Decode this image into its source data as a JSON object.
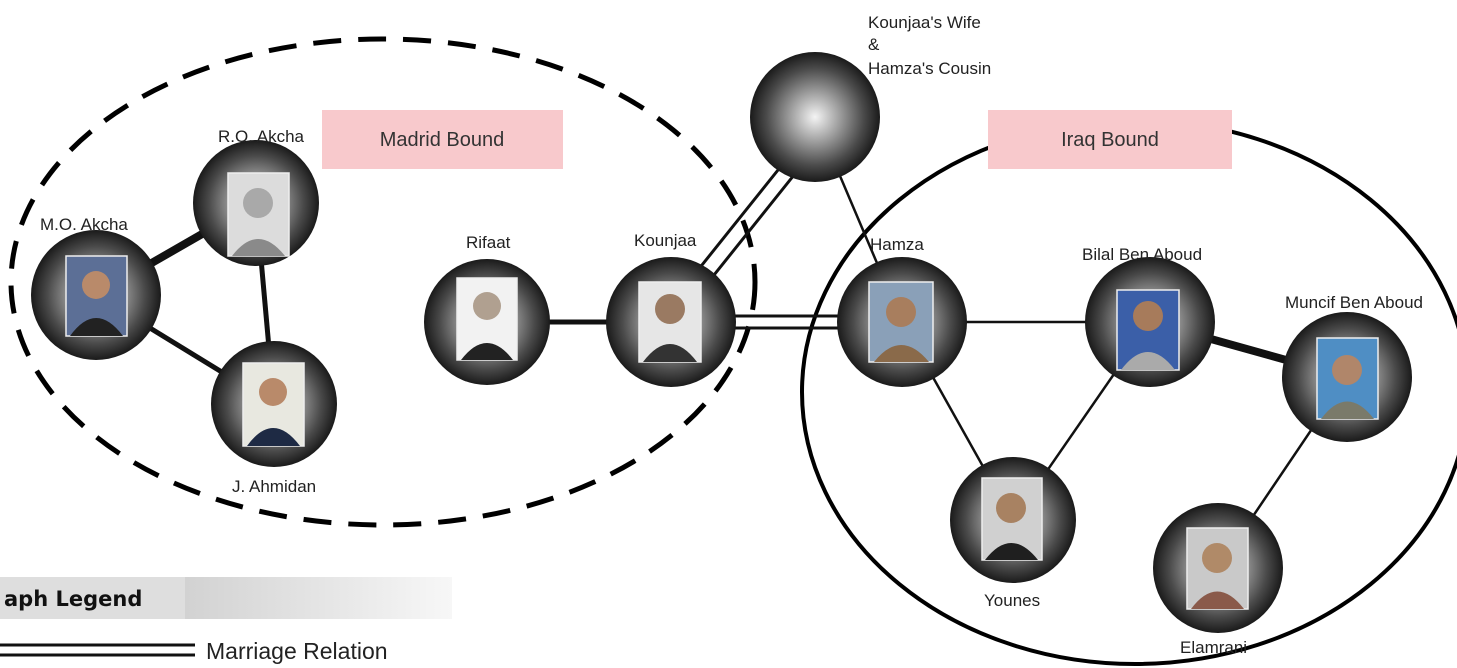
{
  "zones": {
    "madrid": "Madrid Bound",
    "iraq": "Iraq Bound"
  },
  "nodes": {
    "mo_akcha": "M.O. Akcha",
    "ro_akcha": "R.O. Akcha",
    "ahmidan": "J. Ahmidan",
    "rifaat": "Rifaat",
    "kounjaa": "Kounjaa",
    "wife_line1": "Kounjaa's Wife",
    "wife_line2": "&",
    "wife_line3": "Hamza's Cousin",
    "hamza": "Hamza",
    "bilal": "Bilal Ben Aboud",
    "muncif": "Muncif Ben Aboud",
    "younes": "Younes",
    "elamrani": "Elamrani"
  },
  "legend": {
    "title": "aph Legend",
    "marriage": "Marriage Relation"
  },
  "colors": {
    "zone_bg": "#f8c9cc",
    "legend_bar": "#dedede",
    "edge": "#111111"
  }
}
